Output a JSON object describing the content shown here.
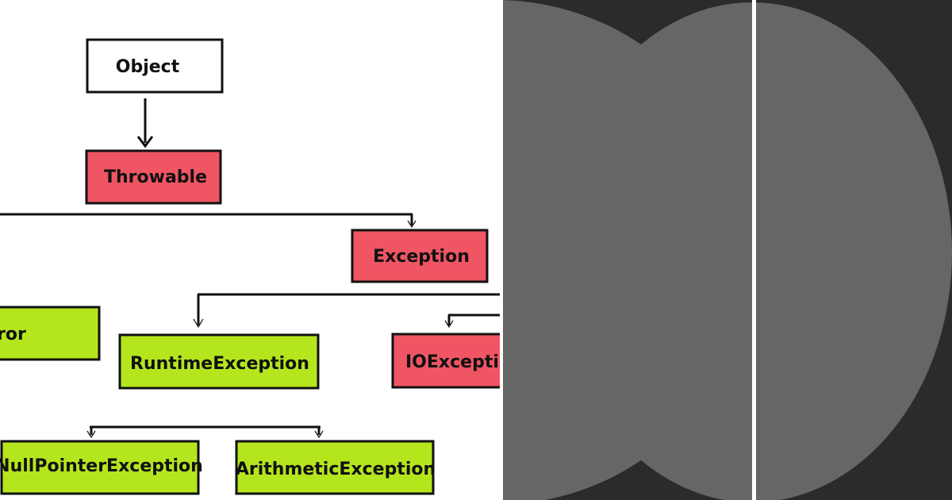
{
  "diagram": {
    "nodes": [
      {
        "id": "object",
        "label": "Object",
        "color": "#ffffff"
      },
      {
        "id": "throwable",
        "label": "Throwable",
        "color": "#f05563"
      },
      {
        "id": "exception",
        "label": "Exception",
        "color": "#f05563"
      },
      {
        "id": "error",
        "label": "ror",
        "color": "#b5e61d"
      },
      {
        "id": "runtime",
        "label": "RuntimeException",
        "color": "#b5e61d"
      },
      {
        "id": "ioexception",
        "label": "IOExceptio",
        "color": "#f05563"
      },
      {
        "id": "nullpointer",
        "label": "NullPointerException",
        "color": "#b5e61d"
      },
      {
        "id": "arithmetic",
        "label": "ArithmeticException",
        "color": "#b5e61d"
      }
    ]
  },
  "colors": {
    "red_node": "#f05563",
    "green_node": "#b5e61d",
    "dark_panel": "#2b2b2b",
    "half_circle": "#666666"
  }
}
